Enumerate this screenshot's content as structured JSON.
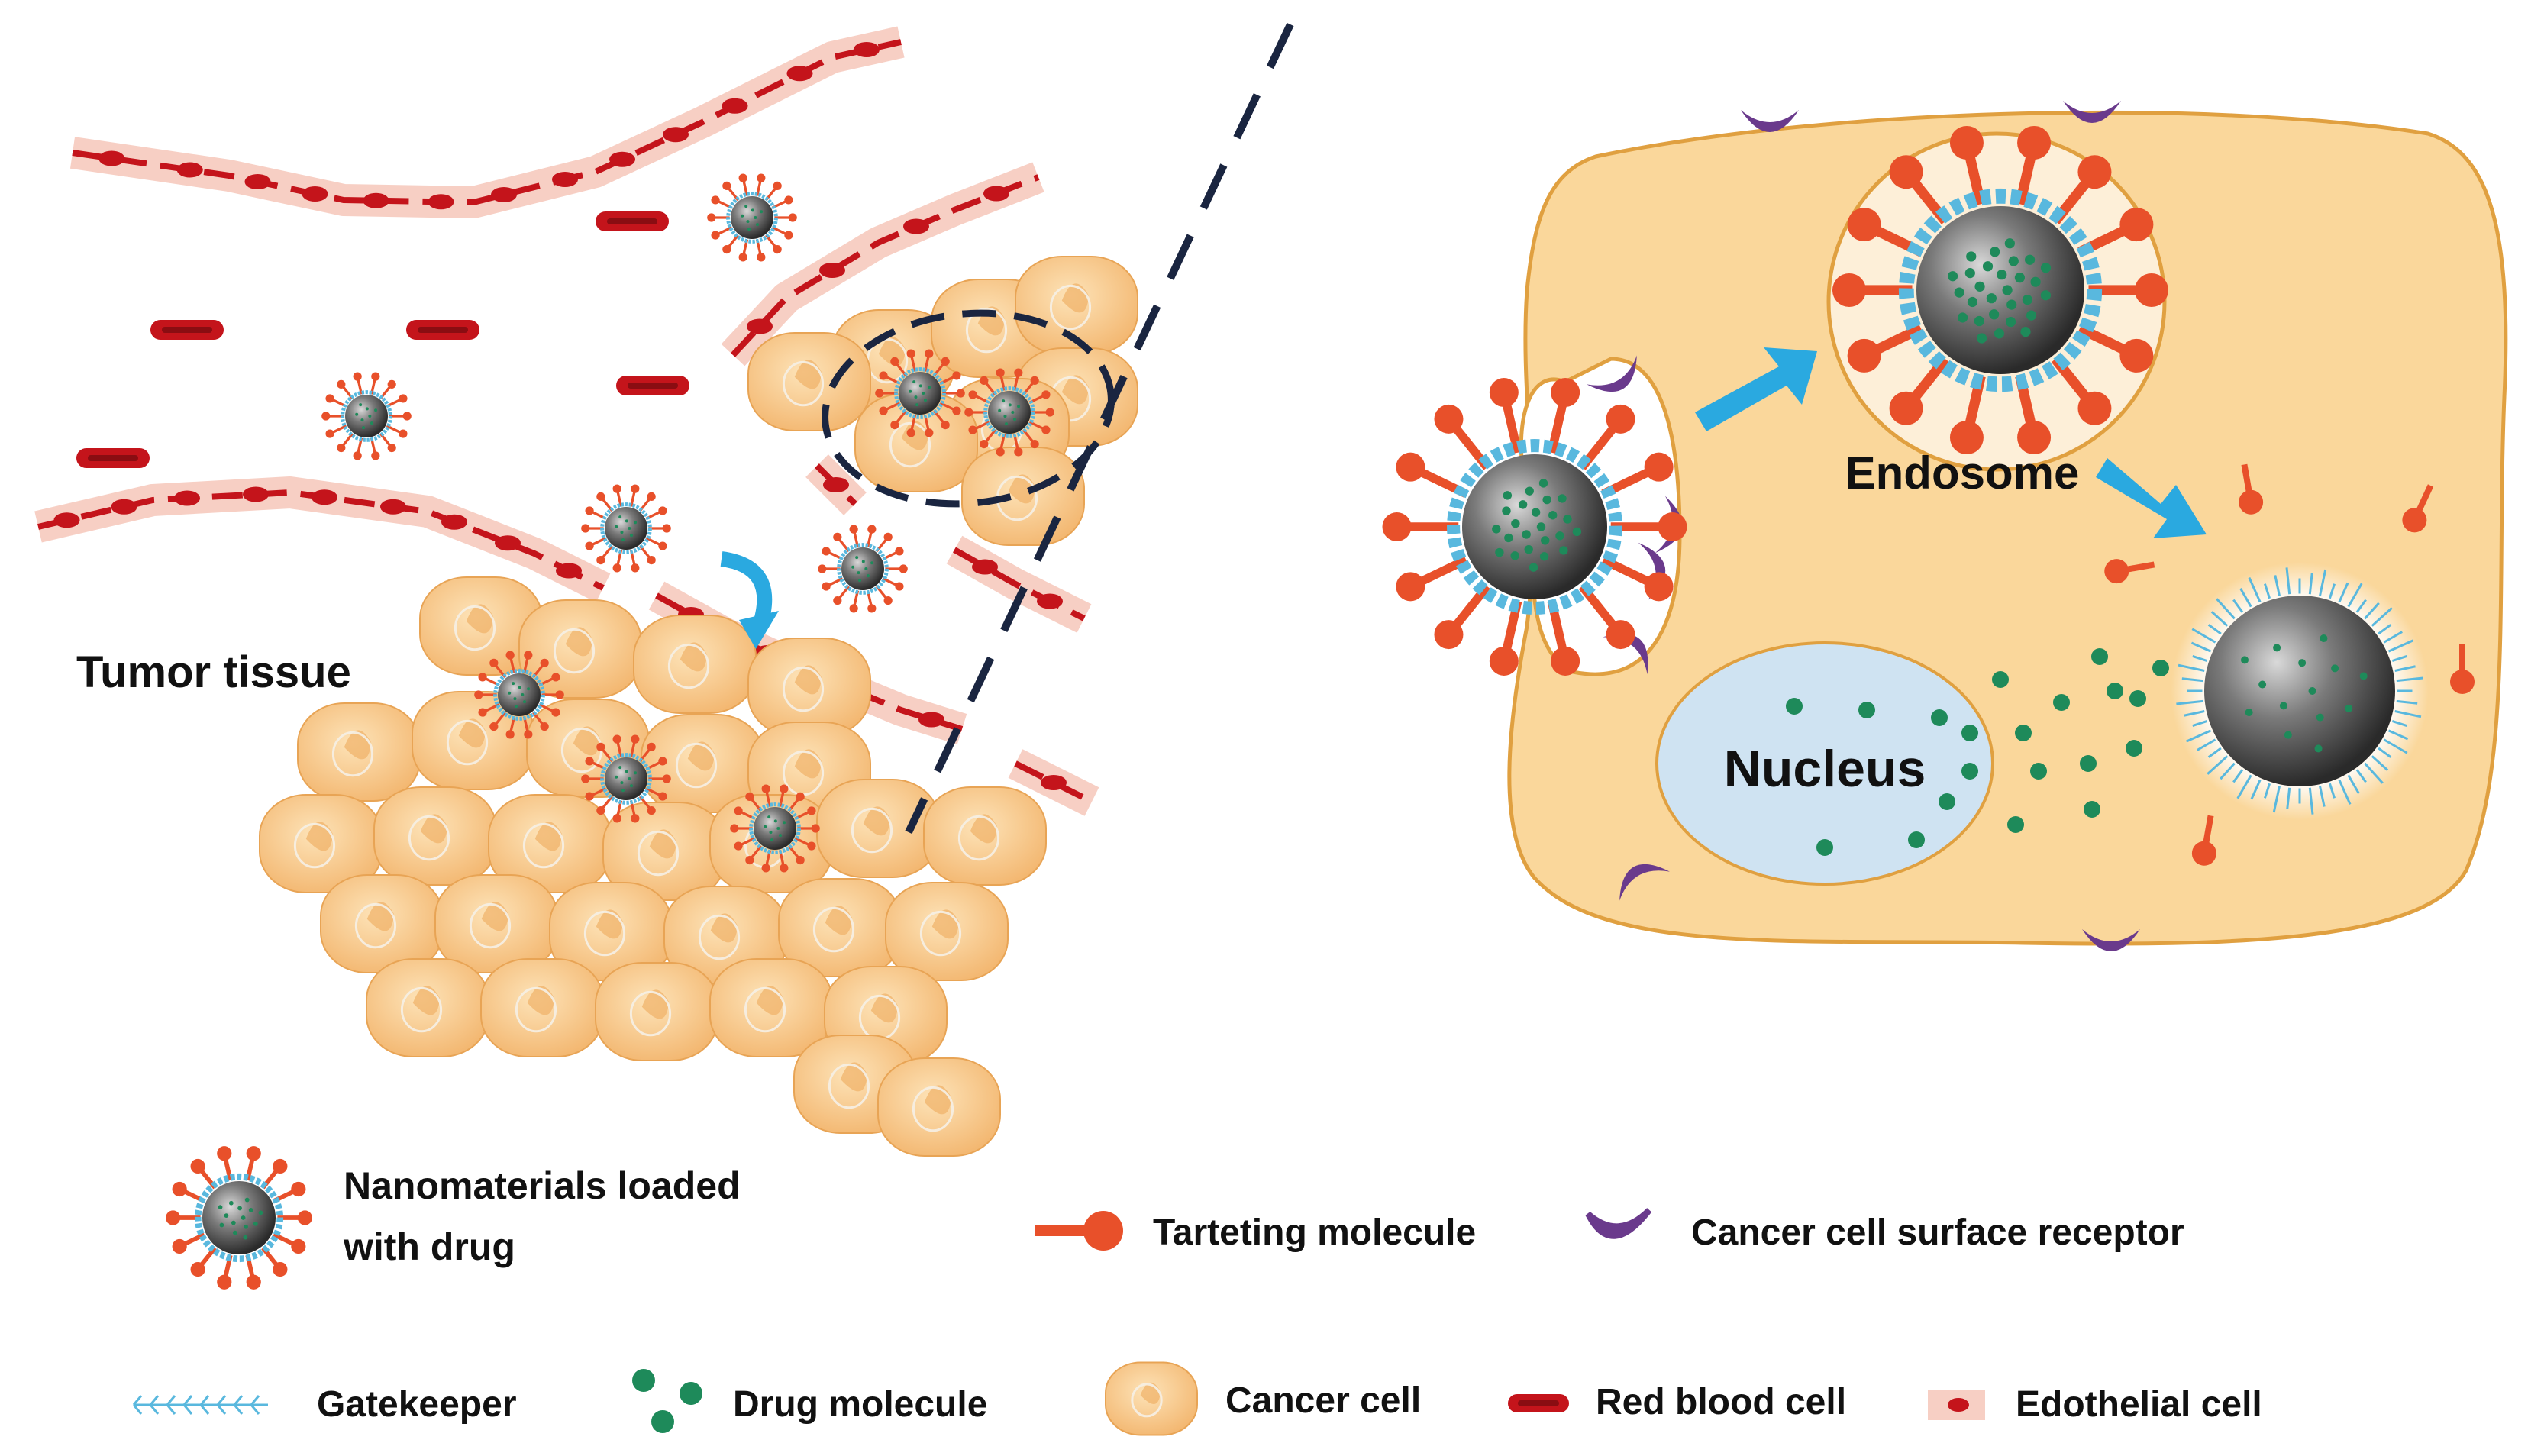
{
  "labels": {
    "tumor_tissue": "Tumor tissue",
    "endosome": "Endosome",
    "nucleus": "Nucleus"
  },
  "legend": {
    "nanomaterials_line1": "Nanomaterials loaded",
    "nanomaterials_line2": "with drug",
    "targeting_molecule": "Tarteting molecule",
    "receptor": "Cancer cell surface receptor",
    "gatekeeper": "Gatekeeper",
    "drug_molecule": "Drug molecule",
    "cancer_cell": "Cancer cell",
    "red_blood_cell": "Red blood cell",
    "endothelial_cell": "Edothelial cell"
  },
  "colors": {
    "cancer_cell": "#f7c98a",
    "cell_body": "#fad79b",
    "cell_border": "#e6a23c",
    "red_blood_cell": "#c4141b",
    "endothelial": "#f7cfc4",
    "targeting": "#e8502a",
    "receptor": "#6a3a8c",
    "drug": "#1e8a5a",
    "gatekeeper": "#59b8de",
    "arrow": "#2aa9e0",
    "dashed_line": "#1a2540",
    "nucleus": "#cfe3f2"
  }
}
